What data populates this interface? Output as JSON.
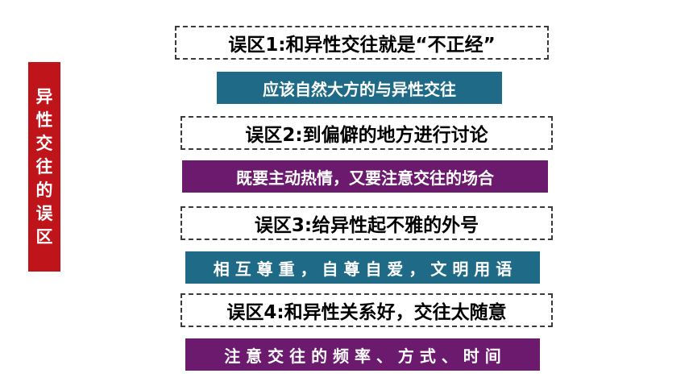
{
  "side_title": "异性交往的误区",
  "items": [
    {
      "myth": "误区1:和异性交往就是“不正经”",
      "advice": "应该自然大方的与异性交往",
      "advice_color": "#1f6a86"
    },
    {
      "myth": "误区2:到偏僻的地方进行讨论",
      "advice": "既要主动热情，又要注意交往的场合",
      "advice_color": "#6b1a6e"
    },
    {
      "myth": "误区3:给异性起不雅的外号",
      "advice": "相 互 尊 重 ， 自 尊 自 爱 ， 文 明 用 语",
      "advice_color": "#1f6a86"
    },
    {
      "myth": "误区4:和异性关系好，交往太随意",
      "advice": "注 意 交 往 的 频 率 、 方 式 、 时 间",
      "advice_color": "#6b1a6e"
    }
  ]
}
